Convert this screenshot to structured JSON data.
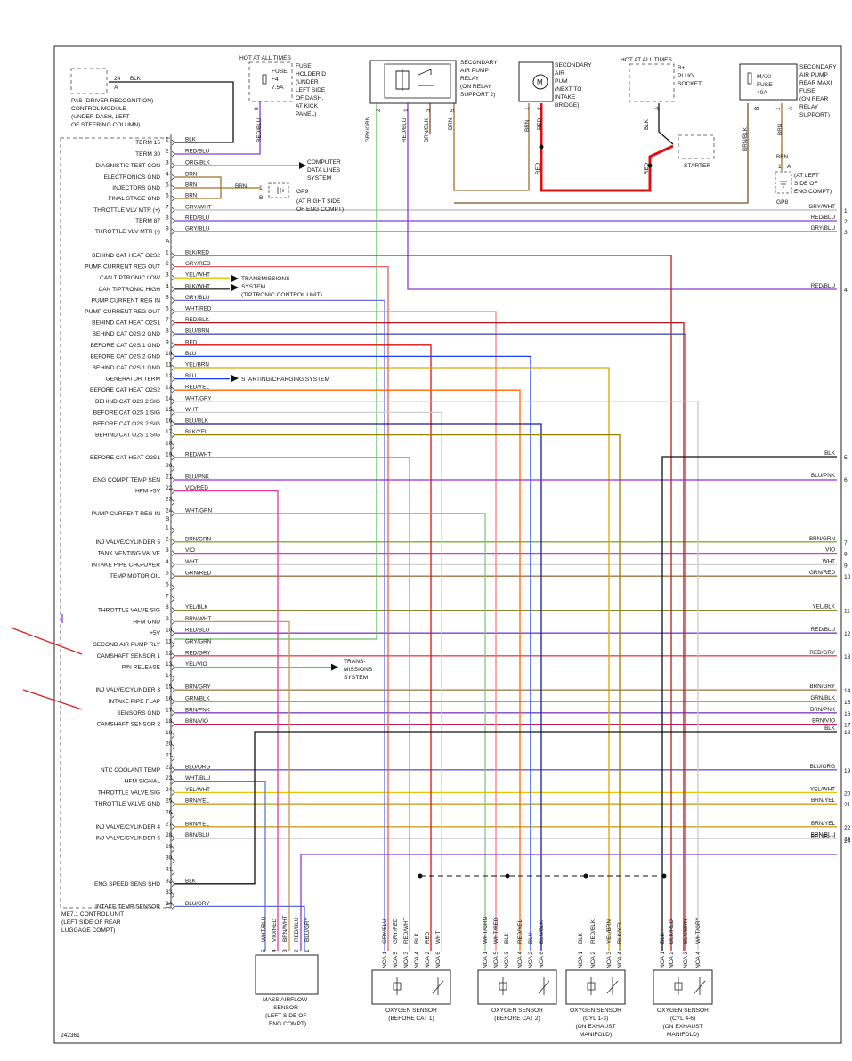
{
  "diagram_id": "242361",
  "pas_module": {
    "lines": [
      "PAS (DRIVER RECOGNITION)",
      "CONTROL MODULE",
      "(UNDER DASH, LEFT",
      "OF STEERING COLUMN)"
    ],
    "pin": "24",
    "pin_letter": "A",
    "wire": "BLK"
  },
  "fuse_holder": {
    "header": "HOT AT ALL TIMES",
    "inner": [
      "FUSE",
      "F4",
      "7.5A"
    ],
    "lines": [
      "FUSE",
      "HOLDER D",
      "(UNDER",
      "LEFT SIDE",
      "OF DASH,",
      "AT KICK",
      "PANEL)"
    ],
    "pin": "8",
    "wire": "RED/BLU"
  },
  "relay": {
    "lines": [
      "SECONDARY",
      "AIR PUMP",
      "RELAY",
      "(ON RELAY",
      "SUPPORT 2)"
    ],
    "pins": [
      "2",
      "1",
      "3",
      "5"
    ],
    "wires": [
      "GRY/GRN",
      "RED/BLU",
      "BRN/BLK",
      "BRN"
    ]
  },
  "air_pump": {
    "lines": [
      "SECONDARY",
      "AIR",
      "PUM",
      "(NEXT TO",
      "INTAKE",
      "BRIDGE)"
    ],
    "pins": [
      "1",
      "2"
    ],
    "wires": [
      "BRN",
      "RED"
    ],
    "wire_below": "RED"
  },
  "plug_socket": {
    "header": "HOT AT ALL TIMES",
    "lines": [
      "B+",
      "PLUG",
      "SOCKET"
    ],
    "pin": "A",
    "wires": [
      "BLK",
      "RED"
    ]
  },
  "starter": {
    "label": "STARTER"
  },
  "maxi_fuse": {
    "inner": [
      "MAXI",
      "FUSE",
      "40A"
    ],
    "lines": [
      "SECONDARY",
      "AIR PUMP",
      "REAR MAXI",
      "FUSE",
      "(ON REAR",
      "RELAY",
      "SUPPORT)"
    ],
    "pins": [
      "B",
      "1",
      "A"
    ],
    "wires": [
      "BRN/BLK",
      "BRN"
    ]
  },
  "gp8": {
    "name": "GP8",
    "lines": [
      "(AT LEFT",
      "SIDE OF",
      "ENG COMPT)"
    ],
    "pins": [
      "1",
      "A"
    ],
    "wire": "BRN"
  },
  "gp9": {
    "name": "GP9",
    "lines": [
      "(AT RIGHT SIDE",
      "OF ENG COMPT)"
    ],
    "wire": "BRN",
    "pins": [
      "1",
      "B"
    ]
  },
  "destinations": {
    "computer": [
      "COMPUTER",
      "DATA LINES",
      "SYSTEM"
    ],
    "transmission1": [
      "TRANSMISSIONS",
      "SYSTEM",
      "(TIPTRONIC CONTROL UNIT)"
    ],
    "starting": [
      "STARTING/CHARGING SYSTEM"
    ],
    "transmission2": [
      "TRANS-",
      "MISSIONS",
      "SYSTEM"
    ]
  },
  "ecu": {
    "lines": [
      "ME7.1 CONTROL UNIT",
      "(LEFT SIDE OF REAR",
      "LUGGAGE COMPT)"
    ]
  },
  "connector_a": [
    {
      "pin": "1",
      "name": "TERM 15",
      "wire": "BLK"
    },
    {
      "pin": "2",
      "name": "TERM 30",
      "wire": "RED/BLU"
    },
    {
      "pin": "3",
      "name": "DIAGNISTIC TEST CON",
      "wire": "ORG/BLK"
    },
    {
      "pin": "4",
      "name": "ELECTRONICS GND",
      "wire": "BRN"
    },
    {
      "pin": "5",
      "name": "INJECTORS GND",
      "wire": "BRN"
    },
    {
      "pin": "6",
      "name": "FINAL STAGE GND",
      "wire": "BRN"
    },
    {
      "pin": "7",
      "name": "THROTTLE VLV MTR (+)",
      "wire": "GRY/WHT"
    },
    {
      "pin": "8",
      "name": "TERM 87",
      "wire": "RED/BLU"
    },
    {
      "pin": "9",
      "name": "THROTTLE VLV MTR (-)",
      "wire": "GRY/BLU"
    }
  ],
  "connector_b": [
    {
      "pin": "1",
      "name": "BEHIND CAT HEAT O2S2",
      "wire": "BLK/RED"
    },
    {
      "pin": "2",
      "name": "PUMP CURRENT REG OUT",
      "wire": "GRY/RED"
    },
    {
      "pin": "3",
      "name": "CAN TIPTRONIC LOW",
      "wire": "YEL/WHT"
    },
    {
      "pin": "4",
      "name": "CAN TIPTRONIC HIGH",
      "wire": "BLK/WHT"
    },
    {
      "pin": "5",
      "name": "PUMP CURRENT REG IN",
      "wire": "GRY/BLU"
    },
    {
      "pin": "6",
      "name": "PUMP CURRENT REG OUT",
      "wire": "WHT/RED"
    },
    {
      "pin": "7",
      "name": "BEHIND CAT HEAT O2S1",
      "wire": "RED/BLK"
    },
    {
      "pin": "8",
      "name": "BEHIND CAT O2S 2 GND",
      "wire": "BLU/BRN"
    },
    {
      "pin": "9",
      "name": "BEFORE CAT O2S 1 GND",
      "wire": "RED"
    },
    {
      "pin": "10",
      "name": "BEFORE CAT O2S 2 GND",
      "wire": "BLU"
    },
    {
      "pin": "11",
      "name": "BEHIND CAT O2S 1 GND",
      "wire": "YEL/BRN"
    },
    {
      "pin": "12",
      "name": "GENERATOR TERM",
      "wire": "BLU"
    },
    {
      "pin": "13",
      "name": "BEFORE CAT HEAT O2S2",
      "wire": "RED/YEL"
    },
    {
      "pin": "14",
      "name": "BEHIND CAT O2S 2 SIG",
      "wire": "WHT/GRY"
    },
    {
      "pin": "15",
      "name": "BEFORE CAT O2S 1 SIG",
      "wire": "WHT"
    },
    {
      "pin": "16",
      "name": "BEFORE CAT O2S 2 SIG",
      "wire": "BLU/BLK"
    },
    {
      "pin": "17",
      "name": "BEHIND CAT O2S 1 SIG",
      "wire": "BLK/YEL"
    },
    {
      "pin": "18",
      "name": "",
      "wire": ""
    },
    {
      "pin": "19",
      "name": "BEFORE CAT HEAT O2S1",
      "wire": "RED/WHT"
    },
    {
      "pin": "20",
      "name": "",
      "wire": ""
    },
    {
      "pin": "21",
      "name": "ENG COMPT TEMP SEN",
      "wire": "BLU/PNK"
    },
    {
      "pin": "22",
      "name": "HFM +5V",
      "wire": "VIO/RED"
    },
    {
      "pin": "23",
      "name": "",
      "wire": ""
    },
    {
      "pin": "24",
      "name": "PUMP CURRENT REG IN",
      "wire": "WHT/GRN"
    }
  ],
  "connector_c": [
    {
      "pin": "1",
      "name": "",
      "wire": ""
    },
    {
      "pin": "2",
      "name": "INJ VALVE/CYLINDER 5",
      "wire": "BRN/GRN"
    },
    {
      "pin": "3",
      "name": "TANK VENTING VALVE",
      "wire": "VIO"
    },
    {
      "pin": "4",
      "name": "INTAKE PIPE CHG-OVER",
      "wire": "WHT"
    },
    {
      "pin": "5",
      "name": "TEMP MOTOR OIL",
      "wire": "GRN/RED"
    },
    {
      "pin": "6",
      "name": "",
      "wire": ""
    },
    {
      "pin": "7",
      "name": "",
      "wire": ""
    },
    {
      "pin": "8",
      "name": "THROTTLE VALVE SIG",
      "wire": "YEL/BLK"
    },
    {
      "pin": "9",
      "name": "HFM GND",
      "wire": "BRN/WHT"
    },
    {
      "pin": "10",
      "name": "+5V",
      "wire": "RED/BLU"
    },
    {
      "pin": "11",
      "name": "SECOND AIR PUMP RLY",
      "wire": "GRY/GRN"
    },
    {
      "pin": "12",
      "name": "CAMSHAFT SENSOR 1",
      "wire": "RED/GRY"
    },
    {
      "pin": "13",
      "name": "P/N RELEASE",
      "wire": "YEL/VIO"
    },
    {
      "pin": "14",
      "name": "",
      "wire": ""
    },
    {
      "pin": "15",
      "name": "INJ VALVE/CYLINDER 3",
      "wire": "BRN/GRY"
    },
    {
      "pin": "16",
      "name": "INTAKE PIPE FLAP",
      "wire": "GRN/BLK"
    },
    {
      "pin": "17",
      "name": "SENSORS GND",
      "wire": "BRN/PNK"
    },
    {
      "pin": "18",
      "name": "CAMSHAFT SENSOR 2",
      "wire": "BRN/VIO"
    },
    {
      "pin": "19",
      "name": "",
      "wire": ""
    },
    {
      "pin": "20",
      "name": "",
      "wire": ""
    },
    {
      "pin": "21",
      "name": "",
      "wire": ""
    },
    {
      "pin": "22",
      "name": "NTC COOLANT TEMP",
      "wire": "BLU/ORG"
    },
    {
      "pin": "23",
      "name": "HFM SIGNAL",
      "wire": "WHT/BLU"
    },
    {
      "pin": "24",
      "name": "THROTTLE VALVE SIG",
      "wire": "YEL/WHT"
    },
    {
      "pin": "25",
      "name": "THROTTLE VALVE GND",
      "wire": "BRN/YEL"
    },
    {
      "pin": "26",
      "name": "",
      "wire": ""
    },
    {
      "pin": "27",
      "name": "INJ VALVE/CYLINDER 4",
      "wire": "BRN/YEL"
    },
    {
      "pin": "28",
      "name": "INJ VALVE/CYLINDER 6",
      "wire": "BRN/BLU"
    },
    {
      "pin": "29",
      "name": "",
      "wire": ""
    },
    {
      "pin": "30",
      "name": "",
      "wire": ""
    },
    {
      "pin": "31",
      "name": "",
      "wire": ""
    },
    {
      "pin": "32",
      "name": "ENG SPEED SENS SHD",
      "wire": "BLK"
    },
    {
      "pin": "33",
      "name": "",
      "wire": ""
    },
    {
      "pin": "34",
      "name": "INTAKE TEMP SENSOR",
      "wire": "BLU/GRY"
    }
  ],
  "connector_letters": [
    "A",
    "B",
    "C"
  ],
  "right_exits": [
    {
      "num": "1",
      "wire": "GRY/WHT"
    },
    {
      "num": "2",
      "wire": "RED/BLU"
    },
    {
      "num": "3",
      "wire": "GRY/BLU"
    },
    {
      "num": "4",
      "wire": "RED/BLU"
    },
    {
      "num": "5",
      "wire": "BLK"
    },
    {
      "num": "6",
      "wire": "BLU/PNK"
    },
    {
      "num": "7",
      "wire": "BRN/GRN"
    },
    {
      "num": "8",
      "wire": "VIO"
    },
    {
      "num": "9",
      "wire": "WHT"
    },
    {
      "num": "10",
      "wire": "GRN/RED"
    },
    {
      "num": "11",
      "wire": "YEL/BLK"
    },
    {
      "num": "12",
      "wire": "RED/BLU"
    },
    {
      "num": "13",
      "wire": "RED/GRY"
    },
    {
      "num": "14",
      "wire": "BRN/GRY"
    },
    {
      "num": "15",
      "wire": "GRN/BLK"
    },
    {
      "num": "16",
      "wire": "BRN/PNK"
    },
    {
      "num": "17",
      "wire": "BRN/VIO"
    },
    {
      "num": "18",
      "wire": "BLK"
    },
    {
      "num": "19",
      "wire": "BLU/ORG"
    },
    {
      "num": "20",
      "wire": "YEL/WHT"
    },
    {
      "num": "21",
      "wire": "BRN/YEL"
    },
    {
      "num": "22",
      "wire": "BRN/YEL"
    },
    {
      "num": "23",
      "wire": "BRN/BLU"
    },
    {
      "num": "24",
      "wire": "RED/BLU"
    }
  ],
  "maf": {
    "lines": [
      "MASS AIRFLOW",
      "SENSOR",
      "(LEFT SIDE OF",
      "ENG COMPT)"
    ],
    "pins": [
      "5",
      "4",
      "3",
      "2",
      "1"
    ],
    "wires": [
      "WHT/BLU",
      "VIO/RED",
      "BRN/WHT",
      "RED/BLU",
      "BLU/GRY"
    ]
  },
  "o2_sensors": [
    {
      "lines": [
        "OXYGEN SENSOR",
        "(BEFORE CAT 1)"
      ],
      "pins": [
        "NCA 1",
        "NCA 5",
        "NCA 3",
        "NCA 4",
        "NCA 2",
        "NCA 6"
      ],
      "wires": [
        "GRY/BLU",
        "GRY/RED",
        "RED/WHT",
        "BLK",
        "RED",
        "WHT"
      ]
    },
    {
      "lines": [
        "OXYGEN SENSOR",
        "(BEFORE CAT 2)"
      ],
      "pins": [
        "NCA 1",
        "NCA 5",
        "NCA 3",
        "NCA 4",
        "NCA 2",
        "NCA 6"
      ],
      "wires": [
        "WHT/GRN",
        "WHT/RED",
        "BLK",
        "RED/YEL",
        "BLU",
        "BLU/BLK"
      ]
    },
    {
      "lines": [
        "OXYGEN SENSOR",
        "(CYL 1-3)",
        "(ON EXHAUST",
        "MANIFOLD)"
      ],
      "pins": [
        "NCA 1",
        "NCA 2",
        "NCA 3",
        "NCA 4"
      ],
      "wires": [
        "BLK",
        "RED/BLK",
        "YEL/BRN",
        "BLK/YEL"
      ]
    },
    {
      "lines": [
        "OXYGEN SENSOR",
        "(CYL 4-6)",
        "(ON EXHAUST",
        "MANIFOLD)"
      ],
      "pins": [
        "NCA 1",
        "NCA 2",
        "NCA 3",
        "NCA 4"
      ],
      "wires": [
        "BLK",
        "BLK/RED",
        "BLU/BRN",
        "WHT/GRY"
      ]
    }
  ],
  "wire_colors": {
    "BLK": "#111111",
    "RED/BLU": "#8a3cc8",
    "ORG/BLK": "#b8860b",
    "BRN": "#a0702c",
    "GRY/WHT": "#b8b8b8",
    "GRY/BLU": "#6b6bd8",
    "BLK/RED": "#b02020",
    "GRY/RED": "#e06060",
    "YEL/WHT": "#e6c700",
    "BLK/WHT": "#333333",
    "WHT/RED": "#ee8080",
    "RED/BLK": "#b81818",
    "BLU/BRN": "#5050b0",
    "RED": "#e01010",
    "BLU": "#1e3cff",
    "YEL/BRN": "#d8a800",
    "RED/YEL": "#ff6600",
    "WHT/GRY": "#c8c8c8",
    "WHT": "#cfcfcf",
    "BLU/BLK": "#1a1a9a",
    "BLK/YEL": "#9a8000",
    "RED/WHT": "#ff7070",
    "BLU/PNK": "#9a2ad8",
    "VIO/RED": "#e03ca0",
    "WHT/GRN": "#80c880",
    "BRN/GRN": "#78b030",
    "VIO": "#d040d0",
    "GRN/RED": "#a07040",
    "YEL/BLK": "#888833",
    "BRN/WHT": "#c89858",
    "GRY/GRN": "#60c060",
    "RED/GRY": "#e04848",
    "YEL/VIO": "#e07090",
    "BRN/GRY": "#a08050",
    "GRN/BLK": "#208a20",
    "BRN/PNK": "#8040c0",
    "BRN/VIO": "#c02050",
    "BLU/ORG": "#6a5acd",
    "BRN/YEL": "#c8a020",
    "BRN/BLU": "#6040b0",
    "WHT/BLU": "#5a7ad8",
    "BLU/GRY": "#5a6ad8",
    "BRN/BLK": "#7a5020"
  },
  "annotation_color": "#dd2222"
}
